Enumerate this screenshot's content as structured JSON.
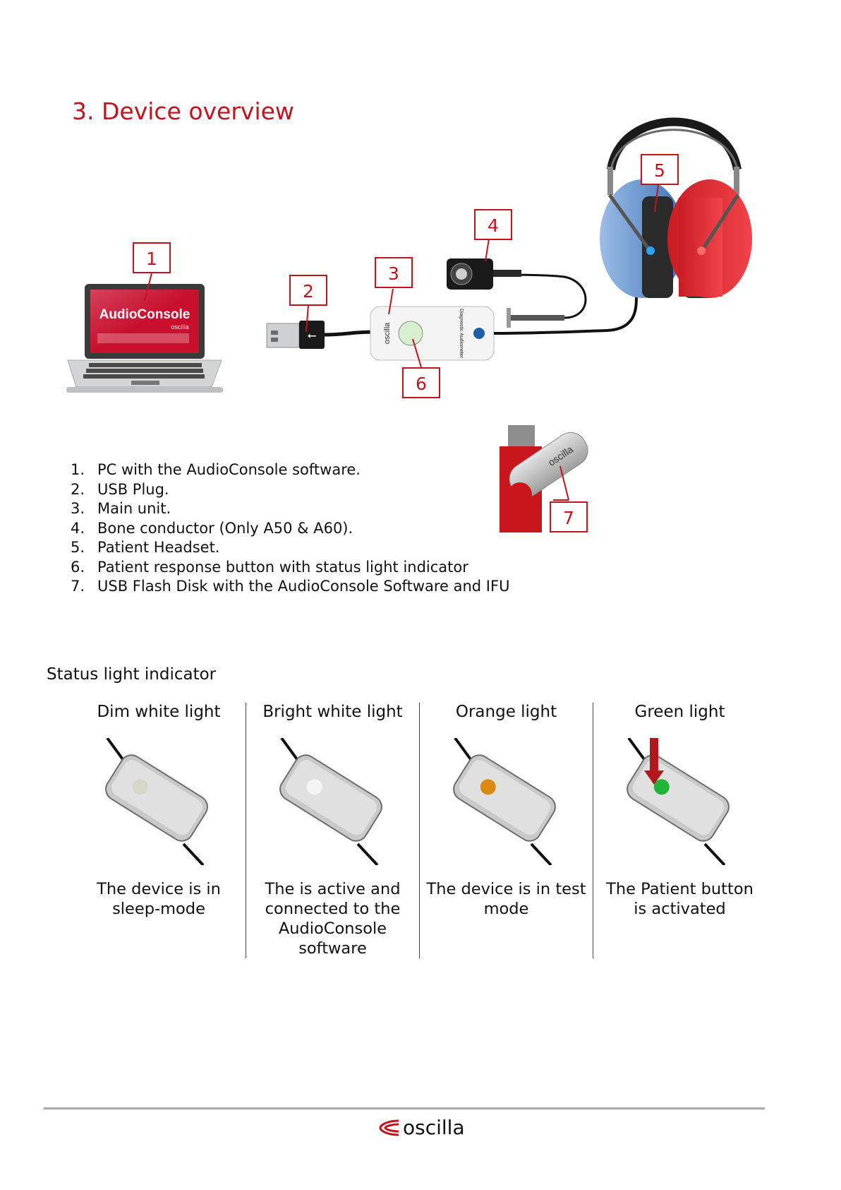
{
  "heading": "3. Device overview",
  "callouts": [
    "1",
    "2",
    "3",
    "4",
    "5",
    "6",
    "7"
  ],
  "laptop_screen": {
    "app_name": "AudioConsole",
    "brand": "oscilla"
  },
  "main_unit_text": {
    "brand": "oscilla",
    "model": "Diagnostic Audiometer"
  },
  "usb_stick_brand": "oscilla",
  "parts": [
    {
      "num": "1.",
      "text": "PC with the AudioConsole software."
    },
    {
      "num": "2.",
      "text": "USB Plug."
    },
    {
      "num": "3.",
      "text": "Main unit."
    },
    {
      "num": "4.",
      "text": "Bone conductor (Only A50 & A60)."
    },
    {
      "num": "5.",
      "text": "Patient Headset."
    },
    {
      "num": "6.",
      "text": "Patient response button with status light indicator"
    },
    {
      "num": "7.",
      "text": "USB Flash Disk with the AudioConsole Software and IFU"
    }
  ],
  "status_heading": "Status light indicator",
  "status": [
    {
      "label": "Dim white light",
      "desc": "The device is in sleep-mode",
      "light_color": "#d8d6c8"
    },
    {
      "label": "Bright white light",
      "desc": "The is active and connected to the AudioConsole software",
      "light_color": "#f4f4f4"
    },
    {
      "label": "Orange light",
      "desc": "The device is in test mode",
      "light_color": "#d98a12"
    },
    {
      "label": "Green light",
      "desc": "The Patient button is activated",
      "light_color": "#22b33a"
    }
  ],
  "footer_brand": "oscilla",
  "colors": {
    "accent": "#c0151c",
    "headset_left": "#5b8fcf",
    "headset_right": "#e0262c"
  }
}
